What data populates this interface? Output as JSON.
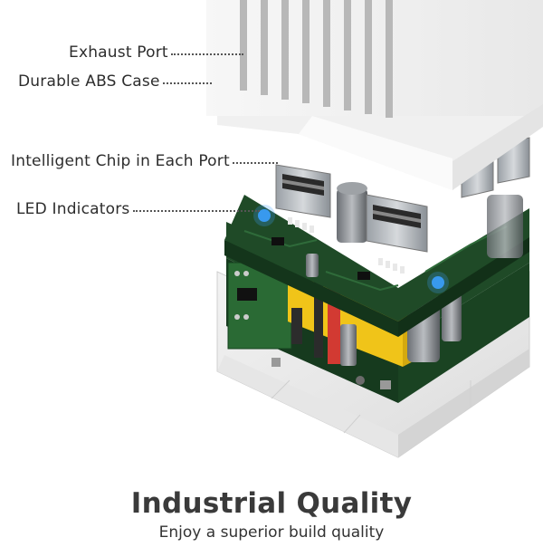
{
  "callouts": [
    {
      "name": "exhaust-port",
      "parts": [
        "Exhaust Port"
      ]
    },
    {
      "name": "durable-abs-case",
      "parts": [
        "Durable ",
        "ABS Case"
      ]
    },
    {
      "name": "intelligent-chip",
      "parts": [
        "Intelligent Chip",
        " in Each Port"
      ]
    },
    {
      "name": "led-indicators",
      "parts": [
        "LED Indicators"
      ]
    }
  ],
  "headline": "Industrial Quality",
  "subline": "Enjoy a superior build quality",
  "colors": {
    "pcb": "#1f4a27",
    "pcb_dark": "#163a1e",
    "casing": "#f4f4f4",
    "capacitor_yellow": "#f0c419",
    "capacitor_red": "#d23a32",
    "led_blue": "#3aa0ff"
  }
}
